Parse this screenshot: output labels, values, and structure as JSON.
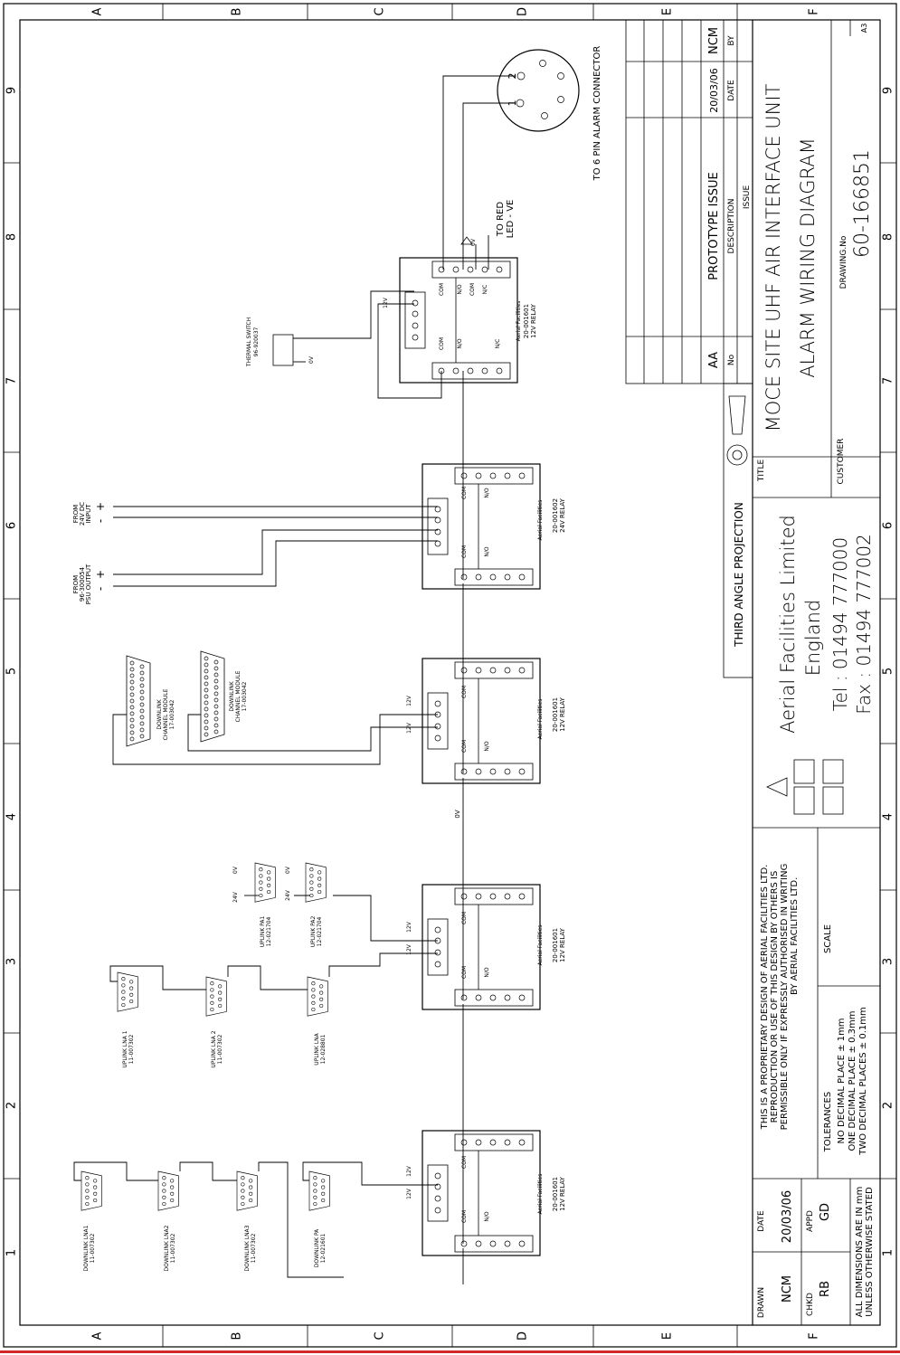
{
  "border": {
    "columns": [
      "A",
      "B",
      "C",
      "D",
      "E",
      "F"
    ],
    "rows": [
      "9",
      "8",
      "7",
      "6",
      "5",
      "4",
      "3",
      "2",
      "1"
    ]
  },
  "revision": {
    "no": "AA",
    "no_label": "No",
    "description": "PROTOTYPE ISSUE",
    "description_label": "DESCRIPTION",
    "date": "20/03/06",
    "date_label": "DATE",
    "by": "NCM",
    "by_label": "BY",
    "issue_label": "ISSUE"
  },
  "projection": "THIRD ANGLE PROJECTION",
  "title_label": "TITLE",
  "title_line1": "MOCE SITE UHF AIR INTERFACE UNIT",
  "title_line2": "ALARM WIRING DIAGRAM",
  "drawing_no_label": "DRAWING.No",
  "drawing_no": "60-166851",
  "customer_label": "CUSTOMER",
  "sheet_size": "A3",
  "company": {
    "name": "Aerial Facilities Limited",
    "country": "England",
    "tel": "Tel : 01494  777000",
    "fax": "Fax : 01494  777002"
  },
  "proprietary": [
    "THIS IS A PROPRIETARY DESIGN OF AERIAL FACILITIES LTD.",
    "REPRODUCTION OR USE OF THIS DESIGN BY OTHERS IS",
    "PERMISSIBLE ONLY IF EXPRESSLY AUTHORISED IN WRITING",
    "BY AERIAL FACILITIES LTD."
  ],
  "tolerances": {
    "label": "TOLERANCES",
    "lines": [
      "NO DECIMAL PLACE ± 1mm",
      "ONE DECIMAL PLACE ± 0.3mm",
      "TWO DECIMAL PLACES ± 0.1mm"
    ]
  },
  "scale_label": "SCALE",
  "drawn": {
    "label": "DRAWN",
    "value": "NCM"
  },
  "date_block": {
    "label": "DATE",
    "value": "20/03/06"
  },
  "chkd": {
    "label": "CHKD",
    "value": "RB"
  },
  "appd": {
    "label": "APPD",
    "value": "GD"
  },
  "dimensions_note": [
    "ALL DIMENSIONS ARE IN mm",
    "UNLESS OTHERWISE STATED"
  ],
  "alarm_connector": {
    "label": "TO 6 PIN ALARM CONNECTOR",
    "pin1": "1",
    "pin2": "2",
    "red_led": [
      "TO RED",
      "LED - VE"
    ]
  },
  "thermal_switch": {
    "name": "THERMAL SWITCH",
    "part": "96-920037",
    "ov": "0V"
  },
  "relays": {
    "relay_top": {
      "part": "20-001601",
      "type": "12V RELAY",
      "maker": "Aerial Facilities"
    },
    "relay_24v": {
      "part": "20-001602",
      "type": "24V RELAY",
      "maker": "Aerial Facilities"
    },
    "relay_mid": {
      "part": "20-001601",
      "type": "12V RELAY",
      "maker": "Aerial Facilities"
    },
    "relay_uplink": {
      "part": "20-001601",
      "type": "12V RELAY",
      "maker": "Aerial Facilities"
    },
    "relay_downlink": {
      "part": "20-001601",
      "type": "12V RELAY",
      "maker": "Aerial Facilities"
    }
  },
  "contacts": {
    "com": "COM",
    "no": "N/O",
    "nc": "N/C",
    "v12": "12V",
    "ov": "0V",
    "v24": "24V",
    "plus": "+",
    "minus": "-"
  },
  "inputs": {
    "dc_in": [
      "FROM",
      "24V DC",
      "INPUT"
    ],
    "psu_out": [
      "FROM",
      "96-300054",
      "PSU OUTPUT"
    ]
  },
  "components": {
    "downlink_chan_a": [
      "DOWNLINK",
      "CHANNEL MODULE",
      "17-003042"
    ],
    "downlink_chan_b": [
      "DOWNLINK",
      "CHANNEL MODULE",
      "17-003042"
    ],
    "uplink_pa1": [
      "UPLINK PA1",
      "12-021704"
    ],
    "uplink_pa2": [
      "UPLINK PA2",
      "12-021704"
    ],
    "uplink_lna1": [
      "UPLINK LNA 1",
      "11-007302"
    ],
    "uplink_lna2": [
      "UPLINK LNA 2",
      "11-007302"
    ],
    "uplink_lna": [
      "UPLINK LNA",
      "12-028801"
    ],
    "downlink_lna1": [
      "DOWNLINK LNA1",
      "11-007302"
    ],
    "downlink_lna2": [
      "DOWNLINK LNA2",
      "11-007302"
    ],
    "downlink_lna3": [
      "DOWNLINK LNA3",
      "11-007302"
    ],
    "downlink_pa": [
      "DOWNLINK PA",
      "12-021601"
    ]
  },
  "wire_label_ov": "0V"
}
